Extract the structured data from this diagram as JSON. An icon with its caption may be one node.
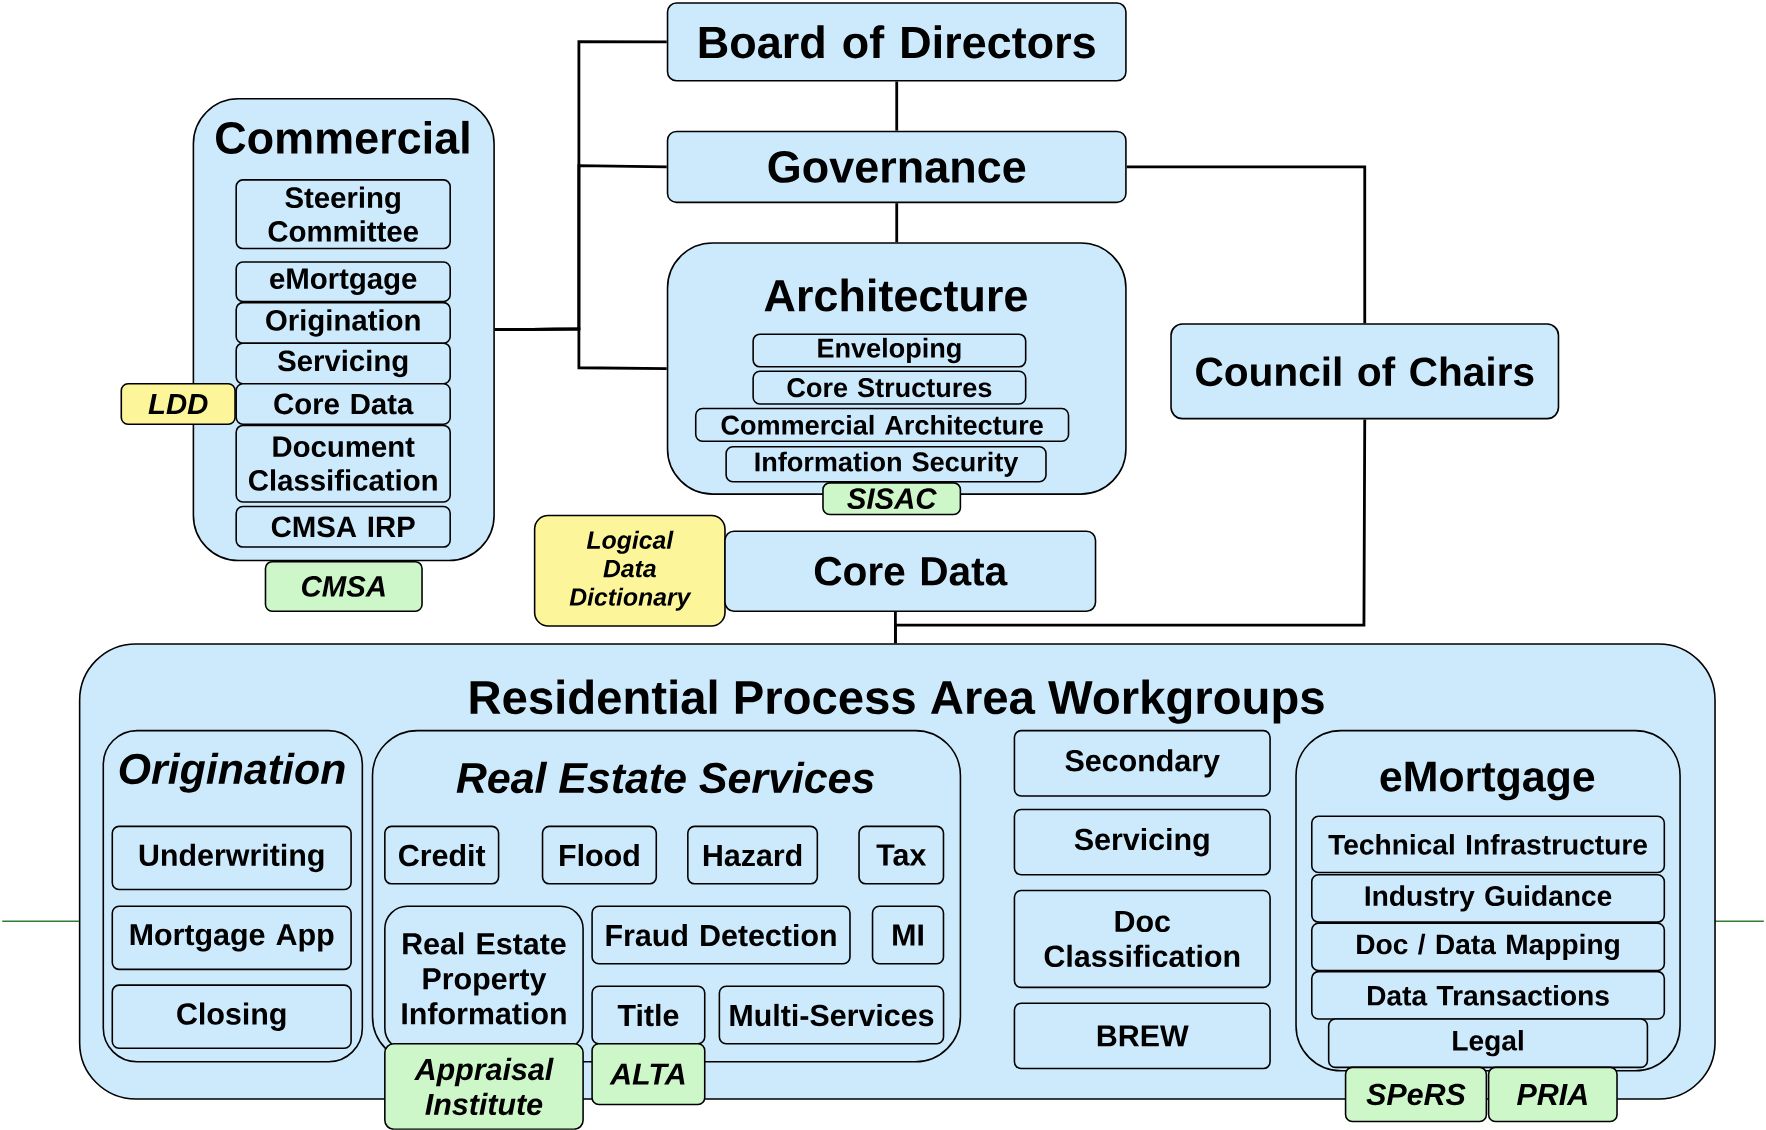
{
  "diagram": {
    "nodes": [
      {
        "text": [
          "Board of Directors"
        ]
      },
      {
        "text": [
          "Governance"
        ]
      },
      {
        "text": [
          "Commercial"
        ]
      },
      {
        "text": [
          "Steering Committee"
        ],
        "in": 2
      },
      {
        "text": [
          "eMortgage"
        ],
        "in": 2
      },
      {
        "text": [
          "Origination"
        ],
        "in": 2
      },
      {
        "text": [
          "Servicing"
        ],
        "in": 2
      },
      {
        "text": [
          "Core Data"
        ],
        "in": 2
      },
      {
        "text": [
          "Document Classification"
        ],
        "in": 2
      },
      {
        "text": [
          "CMSA IRP"
        ],
        "in": 2
      },
      {
        "text": [
          "LDD"
        ]
      },
      {
        "text": [
          "CMSA"
        ]
      },
      {
        "text": [
          "Architecture"
        ]
      },
      {
        "text": [
          "Enveloping"
        ],
        "in": 12
      },
      {
        "text": [
          "Core Structures"
        ],
        "in": 12
      },
      {
        "text": [
          "Commercial Architecture"
        ],
        "in": 12
      },
      {
        "text": [
          "Information Security"
        ],
        "in": 12
      },
      {
        "text": [
          "SISAC"
        ]
      },
      {
        "text": [
          "Council of Chairs"
        ]
      },
      {
        "text": [
          "Logical Data Dictionary"
        ]
      },
      {
        "text": [
          "Core Data"
        ]
      },
      {
        "text": [
          "Residential Process Area Workgroups"
        ]
      },
      {
        "text": [
          "Origination"
        ],
        "in": 21
      },
      {
        "text": [
          "Underwriting"
        ],
        "in": 22
      },
      {
        "text": [
          "Mortgage App"
        ],
        "in": 22
      },
      {
        "text": [
          "Closing"
        ],
        "in": 22
      },
      {
        "text": [
          "Real Estate Services"
        ],
        "in": 21
      },
      {
        "text": [
          "Credit"
        ],
        "in": 26
      },
      {
        "text": [
          "Flood"
        ],
        "in": 26
      },
      {
        "text": [
          "Hazard"
        ],
        "in": 26
      },
      {
        "text": [
          "Tax"
        ],
        "in": 26
      },
      {
        "text": [
          "Real Estate Property Information"
        ],
        "in": 26
      },
      {
        "text": [
          "Fraud Detection"
        ],
        "in": 26
      },
      {
        "text": [
          "MI"
        ],
        "in": 26
      },
      {
        "text": [
          "Title"
        ],
        "in": 26
      },
      {
        "text": [
          "Multi-Services"
        ],
        "in": 26
      },
      {
        "text": [
          "Appraisal Institute"
        ]
      },
      {
        "text": [
          "ALTA"
        ]
      },
      {
        "text": [
          "Secondary"
        ],
        "in": 21
      },
      {
        "text": [
          "Servicing"
        ],
        "in": 21
      },
      {
        "text": [
          "Doc Classification"
        ],
        "in": 21
      },
      {
        "text": [
          "BREW"
        ],
        "in": 21
      },
      {
        "text": [
          "eMortgage"
        ],
        "in": 21
      },
      {
        "text": [
          "Technical Infrastructure"
        ],
        "in": 42
      },
      {
        "text": [
          "Industry Guidance"
        ],
        "in": 42
      },
      {
        "text": [
          "Doc / Data Mapping"
        ],
        "in": 42
      },
      {
        "text": [
          "Data Transactions"
        ],
        "in": 42
      },
      {
        "text": [
          "Legal"
        ],
        "in": 42
      },
      {
        "text": [
          "SPeRS"
        ]
      },
      {
        "text": [
          "PRIA"
        ]
      }
    ],
    "edges": [
      {
        "from": 0,
        "to": 1,
        "arrow": "none"
      },
      {
        "from": 1,
        "to": 12,
        "arrow": "none"
      },
      {
        "from": 1,
        "to": 18,
        "arrow": "none"
      },
      {
        "from": 0,
        "to": 2,
        "arrow": "none"
      },
      {
        "from": 1,
        "to": 2,
        "arrow": "none"
      },
      {
        "from": 12,
        "to": 2,
        "arrow": "none"
      },
      {
        "from": 20,
        "to": 21,
        "arrow": "none"
      },
      {
        "from": 18,
        "to": 21,
        "arrow": "none"
      }
    ]
  }
}
